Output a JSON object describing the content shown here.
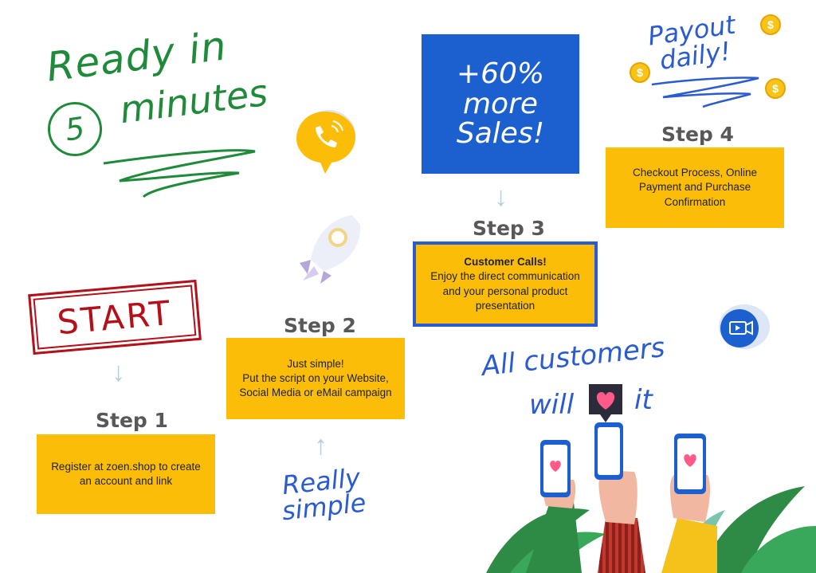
{
  "headline": {
    "ready": "Ready in",
    "number": "5",
    "minutes": "minutes"
  },
  "start_label": "START",
  "sales": {
    "line1": "+60%",
    "line2": "more",
    "line3": "Sales!"
  },
  "payout": {
    "line1": "Payout",
    "line2": "daily!"
  },
  "really": {
    "line1": "Really",
    "line2": "simple"
  },
  "customers": {
    "line1": "All customers",
    "will": "will",
    "it": "it"
  },
  "steps": [
    {
      "label": "Step 1",
      "title": "",
      "text": "Register at zoen.shop to create an account and link"
    },
    {
      "label": "Step 2",
      "title": "Just simple!",
      "text": "Put the script on your Website, Social Media or eMail campaign"
    },
    {
      "label": "Step 3",
      "title": "Customer Calls!",
      "text": "Enjoy the direct communication and your personal product presentation"
    },
    {
      "label": "Step 4",
      "title": "",
      "text": "Checkout Process, Online Payment and Purchase Confirmation"
    }
  ],
  "icons": [
    "phone-icon",
    "rocket-icon",
    "video-camera-icon",
    "heart-icon",
    "coin-icon",
    "arrow-down-icon",
    "arrow-up-icon"
  ],
  "colors": {
    "green": "#1f8a3a",
    "yellow": "#fbbd08",
    "blue": "#1c5fcf",
    "red": "#b3101a",
    "gray": "#585858"
  }
}
